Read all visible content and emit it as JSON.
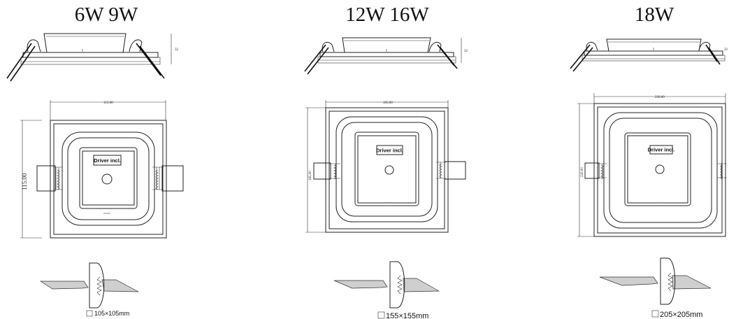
{
  "models": [
    {
      "title": "6W  9W",
      "width_dim": "115.00",
      "height_dim": "115.00",
      "side_dim": "32",
      "driver_label": "Driver incl.",
      "cutout": "105×105mm"
    },
    {
      "title": "12W  16W",
      "width_dim": "165.00",
      "height_dim": "165.00",
      "side_dim": "32",
      "driver_label": "Driver incl.",
      "cutout": "155×155mm"
    },
    {
      "title": "18W",
      "width_dim": "220.00",
      "height_dim": "220.00",
      "side_dim": "32",
      "driver_label": "Driver incl.",
      "cutout": "205×205mm"
    }
  ],
  "colors": {
    "line": "#222222",
    "ceiling": "#cfcfcf",
    "background": "#ffffff"
  }
}
